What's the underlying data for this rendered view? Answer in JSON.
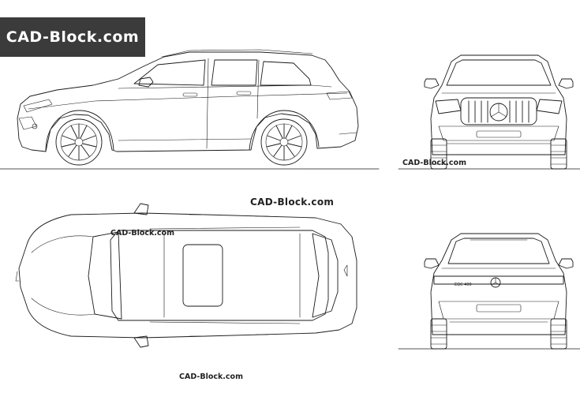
{
  "brand": {
    "badge_text": "CAD-Block.com"
  },
  "watermarks": {
    "side_view": "CAD-Block.com",
    "top_view_large": "CAD-Block.com",
    "top_view_small": "CAD-Block.com",
    "rear_view": "CAD-Block.com"
  },
  "rear_badge": "EQC 400",
  "colors": {
    "badge_bg": "#3b3b3b",
    "line": "#1a1a1a",
    "background": "#ffffff"
  }
}
